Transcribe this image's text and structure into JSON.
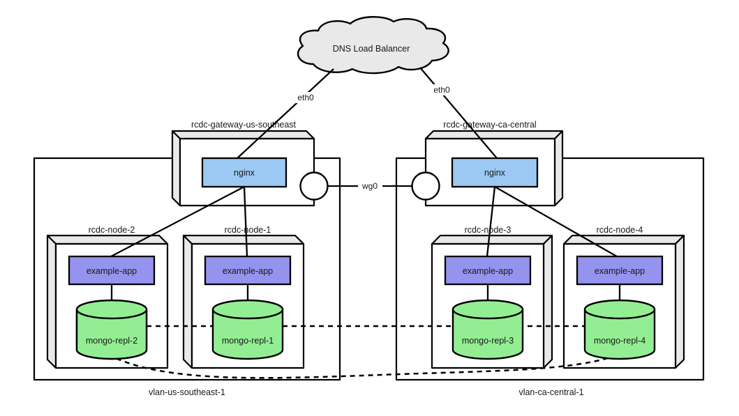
{
  "cloud": {
    "label": "DNS Load Balancer"
  },
  "interfaces": {
    "eth0_left": "eth0",
    "eth0_right": "eth0",
    "wg0": "wg0"
  },
  "gateways": [
    {
      "label": "rcdc-gateway-us-southeast",
      "service": "nginx"
    },
    {
      "label": "rcdc-gateway-ca-central",
      "service": "nginx"
    }
  ],
  "vlans": [
    {
      "label": "vlan-us-southeast-1"
    },
    {
      "label": "vlan-ca-central-1"
    }
  ],
  "nodes": [
    {
      "label": "rcdc-node-2",
      "app": "example-app",
      "db": "mongo-repl-2"
    },
    {
      "label": "rcdc-node-1",
      "app": "example-app",
      "db": "mongo-repl-1"
    },
    {
      "label": "rcdc-node-3",
      "app": "example-app",
      "db": "mongo-repl-3"
    },
    {
      "label": "rcdc-node-4",
      "app": "example-app",
      "db": "mongo-repl-4"
    }
  ],
  "colors": {
    "service_fill": "#9cc9f3",
    "app_fill": "#9494ee",
    "db_fill": "#93ee93",
    "shell_side_fill": "#e9e9e9",
    "cloud_fill": "#e9e9e9",
    "edge_stroke": "#000000"
  }
}
